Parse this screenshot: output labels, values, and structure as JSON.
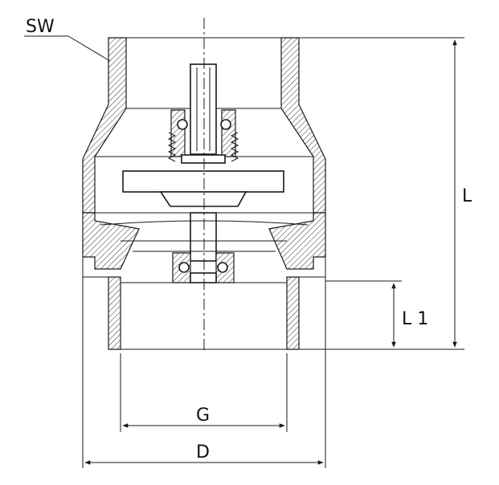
{
  "labels": {
    "sw": "SW",
    "l": "L",
    "l1": "L 1",
    "g": "G",
    "d": "D"
  },
  "colors": {
    "line": "#1a1a1a",
    "background": "#ffffff"
  }
}
